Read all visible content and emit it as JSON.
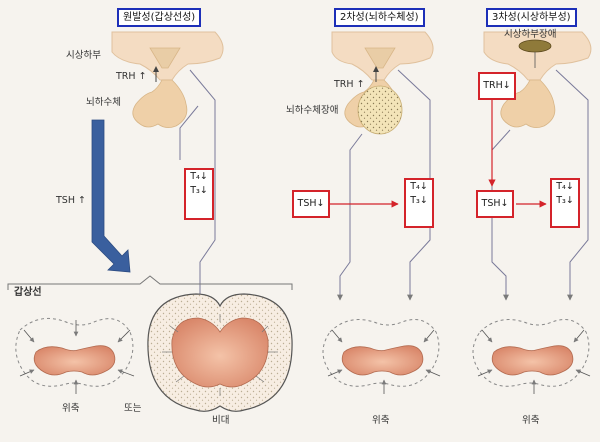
{
  "columns": {
    "primary": {
      "title": "원발성(갑상선성)"
    },
    "secondary": {
      "title": "2차성(뇌하수체성)"
    },
    "tertiary": {
      "title": "3차성(시상하부성)"
    }
  },
  "labels": {
    "hypothalamus": "시상하부",
    "trh_up": "TRH ↑",
    "pituitary": "뇌하수체",
    "tsh_up": "TSH ↑",
    "pituitary_disorder": "뇌하수체장애",
    "hypothalamus_disorder": "시상하부장애",
    "thyroid": "갑상선",
    "atrophy": "위축",
    "or": "또는",
    "hypertrophy": "비대"
  },
  "red_boxes": {
    "primary_t4": "T₄↓",
    "primary_t3": "T₃↓",
    "secondary_tsh": "TSH↓",
    "secondary_t4": "T₄↓",
    "secondary_t3": "T₃↓",
    "tertiary_trh": "TRH↓",
    "tertiary_tsh": "TSH↓",
    "tertiary_t4": "T₄↓",
    "tertiary_t3": "T₃↓"
  },
  "colors": {
    "brain": "#f4dcc2",
    "pituitary": "#efd0a8",
    "thyroid_tissue": "#e7a58b",
    "highlight_red": "#d4232a",
    "highlight_blue": "#1d2fb8",
    "big_arrow": "#3a5f9e"
  }
}
